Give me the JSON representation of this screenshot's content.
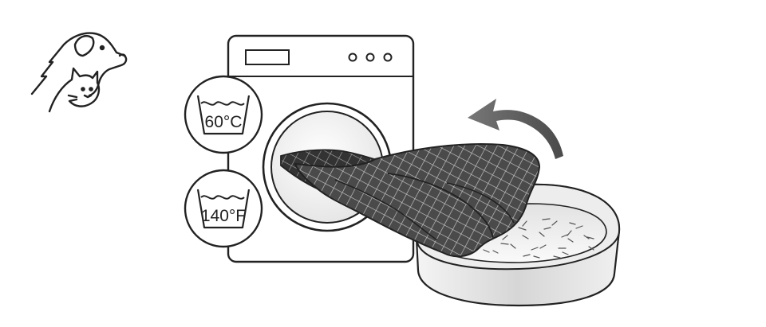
{
  "wash_symbols": [
    {
      "label": "60°C"
    },
    {
      "label": "140°F"
    }
  ],
  "icons": {
    "pet": "dog-and-cat-icon",
    "machine": "washing-machine-icon",
    "arrow": "curved-arrow-icon",
    "blanket": "checkered-blanket",
    "pet_bed": "round-pet-bed"
  },
  "colors": {
    "line": "#222222",
    "blanket_dark": "#4a4a4a",
    "blanket_grid": "#c8c8c8",
    "bed_outer": "#dddddd",
    "bed_inner": "#f2f2f2",
    "arrow": "#5a5a5a",
    "background": "#ffffff"
  }
}
